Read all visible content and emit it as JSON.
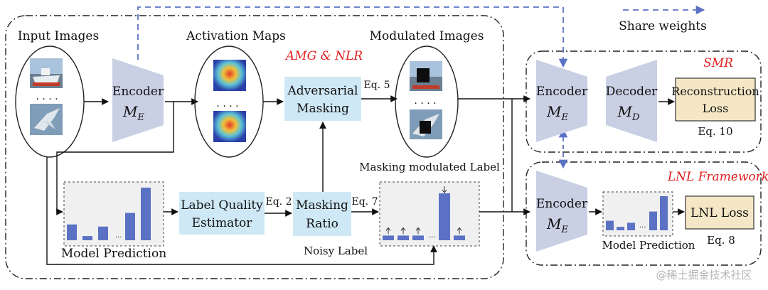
{
  "colors": {
    "encoder_fill": "#c9d0e4",
    "box_fill": "#cfe8f5",
    "loss_fill": "#f5e7c6",
    "bar_fill": "#5b72c4",
    "accent_red": "#e02020",
    "share_line": "#5b72c4"
  },
  "texts": {
    "input_images": "Input Images",
    "activation_maps": "Activation Maps",
    "modulated_images": "Modulated Images",
    "share_weights": "Share weights",
    "amg_nlr": "AMG & NLR",
    "smr": "SMR",
    "lnl_framework": "LNL Framework",
    "encoder": "Encoder",
    "me_main": "M",
    "me_sub": "E",
    "decoder": "Decoder",
    "md_main": "M",
    "md_sub": "D",
    "adversarial_1": "Adversarial",
    "adversarial_2": "Masking",
    "eq5": "Eq. 5",
    "eq2": "Eq. 2",
    "eq7": "Eq. 7",
    "eq10": "Eq. 10",
    "eq8": "Eq. 8",
    "label_quality_1": "Label Quality",
    "label_quality_2": "Estimator",
    "masking_ratio_1": "Masking",
    "masking_ratio_2": "Ratio",
    "reconstruction_1": "Reconstruction",
    "reconstruction_2": "Loss",
    "lnl_loss": "LNL Loss",
    "model_prediction": "Model Prediction",
    "model_prediction_small": "Model Prediction",
    "masking_modulated_label": "Masking modulated Label",
    "noisy_label": "Noisy Label",
    "dots": ". . . .",
    "watermark": "@稀土掘金技术社区"
  },
  "model_prediction_bars": [
    0.3,
    0.08,
    0.26,
    0.52,
    1.0
  ],
  "masked_label_bars": [
    0.1,
    0.1,
    0.1,
    1.0,
    0.1
  ],
  "small_prediction_bars": [
    0.28,
    0.1,
    0.22,
    0.55,
    1.0
  ]
}
